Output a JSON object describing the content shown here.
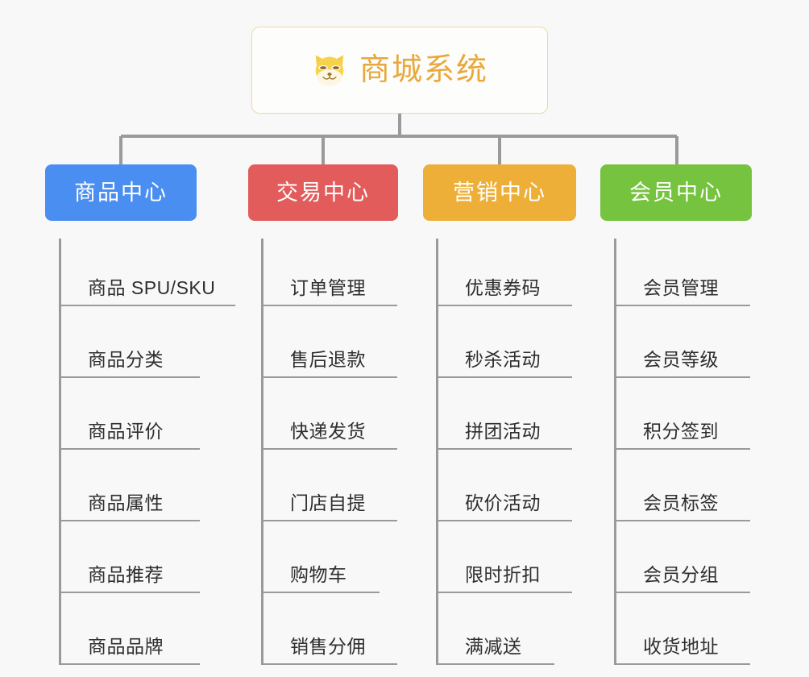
{
  "root": {
    "title": "商城系统",
    "logo_icon": "shiba-dog-face-icon",
    "title_color": "#e8a83c",
    "border_color": "#f0d9a8"
  },
  "colors": {
    "background": "#f8f8f8",
    "connector": "#9a9a9a",
    "leaf_text": "#2e2e2e",
    "category_blue": "#4b8ef1",
    "category_red": "#e25c5c",
    "category_orange": "#eeaf38",
    "category_green": "#76c33f"
  },
  "columns": [
    {
      "title": "商品中心",
      "color": "#4b8ef1",
      "items": [
        "商品 SPU/SKU",
        "商品分类",
        "商品评价",
        "商品属性",
        "商品推荐",
        "商品品牌"
      ]
    },
    {
      "title": "交易中心",
      "color": "#e25c5c",
      "items": [
        "订单管理",
        "售后退款",
        "快递发货",
        "门店自提",
        "购物车",
        "销售分佣"
      ]
    },
    {
      "title": "营销中心",
      "color": "#eeaf38",
      "items": [
        "优惠券码",
        "秒杀活动",
        "拼团活动",
        "砍价活动",
        "限时折扣",
        "满减送"
      ]
    },
    {
      "title": "会员中心",
      "color": "#76c33f",
      "items": [
        "会员管理",
        "会员等级",
        "积分签到",
        "会员标签",
        "会员分组",
        "收货地址"
      ]
    }
  ]
}
